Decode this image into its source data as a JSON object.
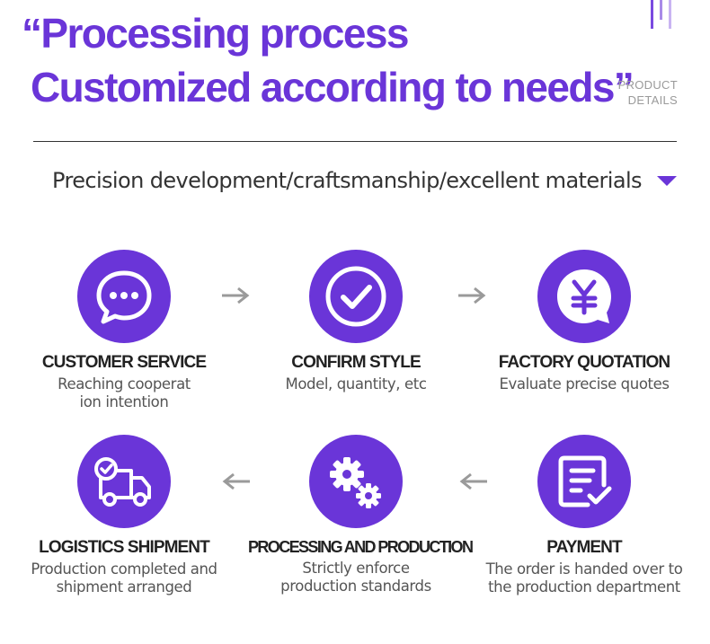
{
  "header": {
    "title_line1": "“Processing process",
    "title_line2": "Customized according to needs”",
    "product_label_1": "PRODUCT",
    "product_label_2": "DETAILS"
  },
  "subtitle": "Precision development/craftsmanship/excellent materials",
  "colors": {
    "accent": "#6a35d8",
    "arrow": "#9a9a9a",
    "text": "#222222"
  },
  "steps": [
    {
      "title": "CUSTOMER SERVICE",
      "desc1": "Reaching cooperat",
      "desc2": "ion intention",
      "icon": "chat-bubble-icon"
    },
    {
      "title": "CONFIRM STYLE",
      "desc1": "Model, quantity, etc",
      "desc2": "",
      "icon": "check-circle-icon"
    },
    {
      "title": "FACTORY QUOTATION",
      "desc1": "Evaluate precise quotes",
      "desc2": "",
      "icon": "yuan-bubble-icon"
    },
    {
      "title": "PAYMENT",
      "desc1": "The order is handed over to",
      "desc2": "the production department",
      "icon": "document-check-icon"
    },
    {
      "title": "PROCESSING AND PRODUCTION",
      "desc1": "Strictly enforce",
      "desc2": "production standards",
      "icon": "gears-icon"
    },
    {
      "title": "LOGISTICS SHIPMENT",
      "desc1": "Production completed and",
      "desc2": "shipment arranged",
      "icon": "delivery-truck-icon"
    }
  ]
}
